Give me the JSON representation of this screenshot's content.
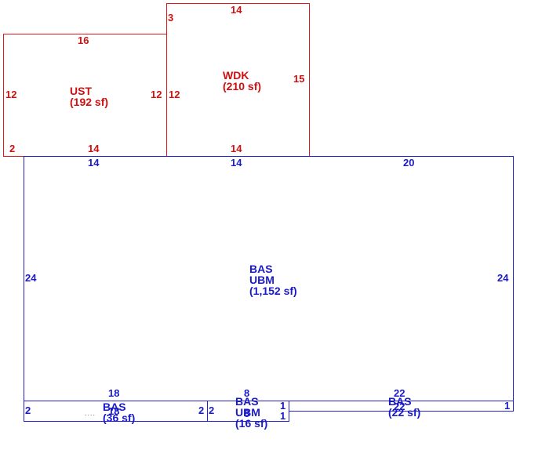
{
  "areas": {
    "ust": {
      "name": "UST",
      "area": "(192 sf)",
      "dims": {
        "top": "16",
        "left": "12",
        "right": "12",
        "bottom": "14",
        "corner": "2"
      }
    },
    "wdk": {
      "name": "WDK",
      "area": "(210 sf)",
      "dims": {
        "top": "14",
        "left": "12",
        "right": "15",
        "bottom": "14",
        "corner": "3"
      }
    },
    "main": {
      "name": "BAS",
      "sub": "UBM",
      "area": "(1,152 sf)",
      "dims": {
        "top_left": "14",
        "top_mid": "14",
        "top_right": "20",
        "left": "24",
        "right": "24"
      }
    },
    "strip_left": {
      "name": "BAS",
      "area": "(36 sf)",
      "dims": {
        "top": "18",
        "left": "2",
        "right": "2",
        "overlap": "18"
      }
    },
    "strip_mid": {
      "name": "BAS",
      "sub": "UBM",
      "area": "(16 sf)",
      "dims": {
        "top": "8",
        "left": "2",
        "right_a": "1",
        "right_b": "1",
        "overlap": "8"
      }
    },
    "strip_right": {
      "name": "BAS",
      "area": "(22 sf)",
      "dims": {
        "top": "22",
        "right": "1",
        "overlap": "22"
      }
    }
  },
  "colors": {
    "upper_floor": "#e01818",
    "main_floor": "#2020d0"
  }
}
